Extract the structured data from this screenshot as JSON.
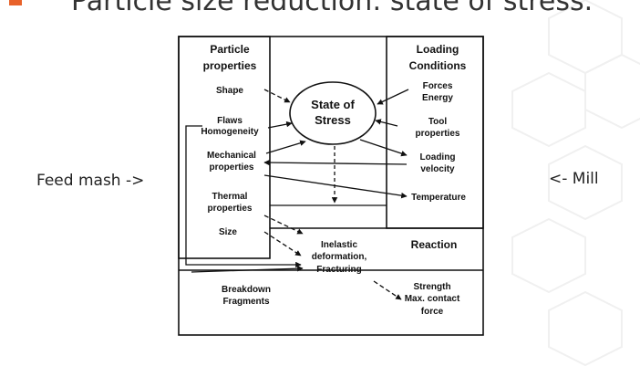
{
  "title": "Particle size reduction: state of stress.",
  "left_label": "Feed mash ->",
  "right_label": "<- Mill",
  "diagram": {
    "particle_heading": [
      "Particle",
      "properties"
    ],
    "loading_heading": [
      "Loading",
      "Conditions"
    ],
    "state": [
      "State of",
      "Stress"
    ],
    "shape": "Shape",
    "flaws": [
      "Flaws",
      "Homogeneity"
    ],
    "mechanical": [
      "Mechanical",
      "properties"
    ],
    "thermal": [
      "Thermal",
      "properties"
    ],
    "size": "Size",
    "forces": [
      "Forces",
      "Energy"
    ],
    "tool": [
      "Tool",
      "properties"
    ],
    "velocity": [
      "Loading",
      "velocity"
    ],
    "temperature": "Temperature",
    "reaction": "Reaction",
    "inelastic": [
      "Inelastic",
      "deformation,",
      "Fracturing"
    ],
    "breakdown": [
      "Breakdown",
      "Fragments"
    ],
    "strength": [
      "Strength",
      "Max. contact",
      "force"
    ]
  }
}
